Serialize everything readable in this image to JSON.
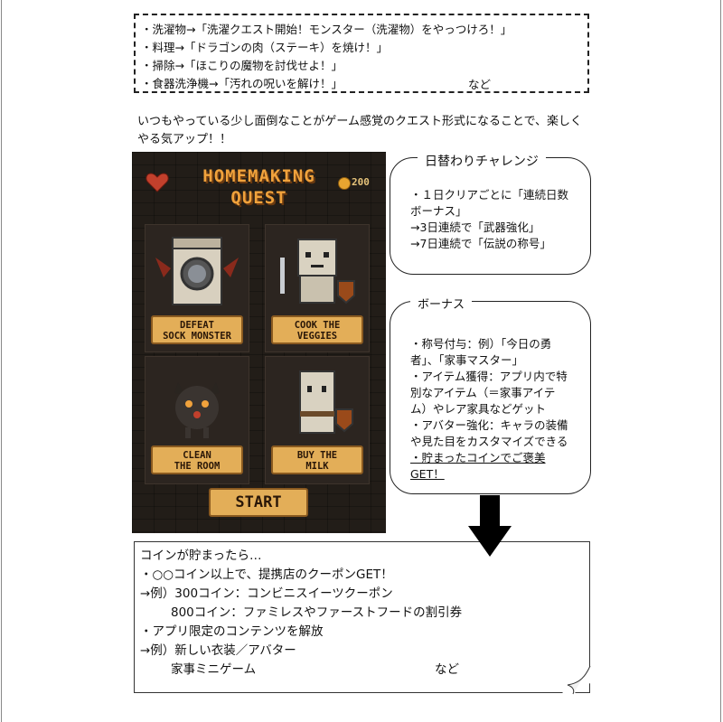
{
  "top_box": {
    "lines": [
      "・洗濯物→「洗濯クエスト開始！モンスター（洗濯物）をやっつけろ！」",
      "・料理→「ドラゴンの肉（ステーキ）を焼け！」",
      "・掃除→「ほこりの魔物を討伐せよ！」",
      "・食器洗浄機→「汚れの呪いを解け！」"
    ],
    "etc": "など"
  },
  "intro": "いつもやっている少し面倒なことがゲーム感覚のクエスト形式になることで、楽しくやる気アップ！！",
  "game": {
    "title_line1": "HOMEMAKING",
    "title_line2": "QUEST",
    "coins": "200",
    "cards": [
      {
        "line1": "DEFEAT",
        "line2": "SOCK MONSTER"
      },
      {
        "line1": "COOK THE",
        "line2": "VEGGIES"
      },
      {
        "line1": "CLEAN",
        "line2": "THE ROOM"
      },
      {
        "line1": "BUY THE",
        "line2": "MILK"
      }
    ],
    "start": "START",
    "colors": {
      "accent": "#f0a23c",
      "plate": "#e3ae58",
      "bg": "#221d18"
    }
  },
  "daily": {
    "title": "日替わりチャレンジ",
    "lines": [
      "・１日クリアごとに「連続日数",
      "ボーナス」",
      "→3日連続で「武器強化」",
      "→7日連続で「伝説の称号」"
    ]
  },
  "bonus": {
    "title": "ボーナス",
    "lines": [
      "・称号付与：例）「今日の勇",
      "者」、「家事マスター」",
      "・アイテム獲得：アプリ内で特",
      "別なアイテム（＝家事アイテ",
      "ム）やレア家具などゲット",
      "・アバター強化：キャラの装備",
      "や見た目をカスタマイズできる"
    ],
    "underline_lines": [
      "・貯まったコインでご褒美",
      "GET！"
    ]
  },
  "note": {
    "lines": [
      "コインが貯まったら…",
      "・○○コイン以上で、提携店のクーポンGET！",
      "→例）300コイン：コンビニスイーツクーポン",
      "800コイン：ファミレスやファーストフードの割引券",
      "・アプリ限定のコンテンツを解放",
      "→例）新しい衣装／アバター",
      "家事ミニゲーム"
    ],
    "etc": "など"
  }
}
